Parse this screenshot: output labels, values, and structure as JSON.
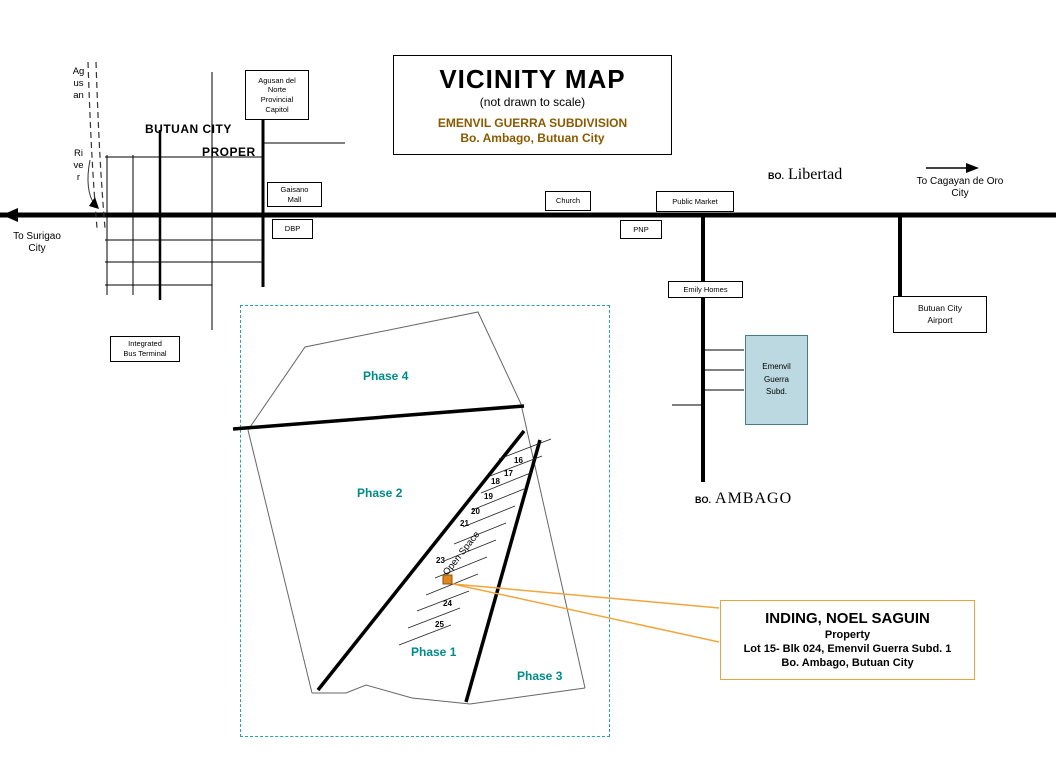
{
  "title_box": {
    "title": "VICINITY MAP",
    "subtitle": "(not drawn to scale)",
    "subdivision": "EMENVIL GUERRA SUBDIVISION",
    "location": "Bo. Ambago, Butuan City"
  },
  "labels": {
    "butuan_city": "BUTUAN CITY",
    "proper": "PROPER",
    "bo_libertad_prefix": "BO.",
    "bo_libertad": "Libertad",
    "bo_ambago_prefix": "BO.",
    "bo_ambago": "AMBAGO",
    "to_surigao": "To Surigao\nCity",
    "to_cagayan": "To  Cagayan de Oro\nCity",
    "river_word1": "Agusan",
    "river_word2": "River"
  },
  "landmarks": {
    "capitol": "Agusan del\nNorte\nProvincial\nCapitol",
    "gaisano": "Gaisano\nMall",
    "dbp": "DBP",
    "church": "Church",
    "public_market": "Public Market",
    "pnp": "PNP",
    "emily_homes": "Emily Homes",
    "airport": "Butuan City\nAirport",
    "bus_terminal": "Integrated\nBus Terminal",
    "emenvil_subd": "Emenvil\nGuerra\nSubd."
  },
  "plan": {
    "phase1": "Phase 1",
    "phase2": "Phase 2",
    "phase3": "Phase 3",
    "phase4": "Phase 4",
    "open_space": "Open Space",
    "lots": [
      "16",
      "17",
      "18",
      "19",
      "20",
      "21",
      "23",
      "24",
      "25"
    ]
  },
  "info_box": {
    "owner": "INDING, NOEL SAGUIN",
    "line1": "Property",
    "line2": "Lot 15- Blk 024,  Emenvil Guerra Subd. 1",
    "line3": "Bo. Ambago, Butuan City"
  },
  "colors": {
    "phase_teal": "#008B8B",
    "frame_teal": "#2aa3a8",
    "accent_brown": "#8a5a00",
    "connector_orange": "#f0a63c",
    "property_orange": "#e0861a",
    "subd_box_blue": "#bcd9e2"
  }
}
